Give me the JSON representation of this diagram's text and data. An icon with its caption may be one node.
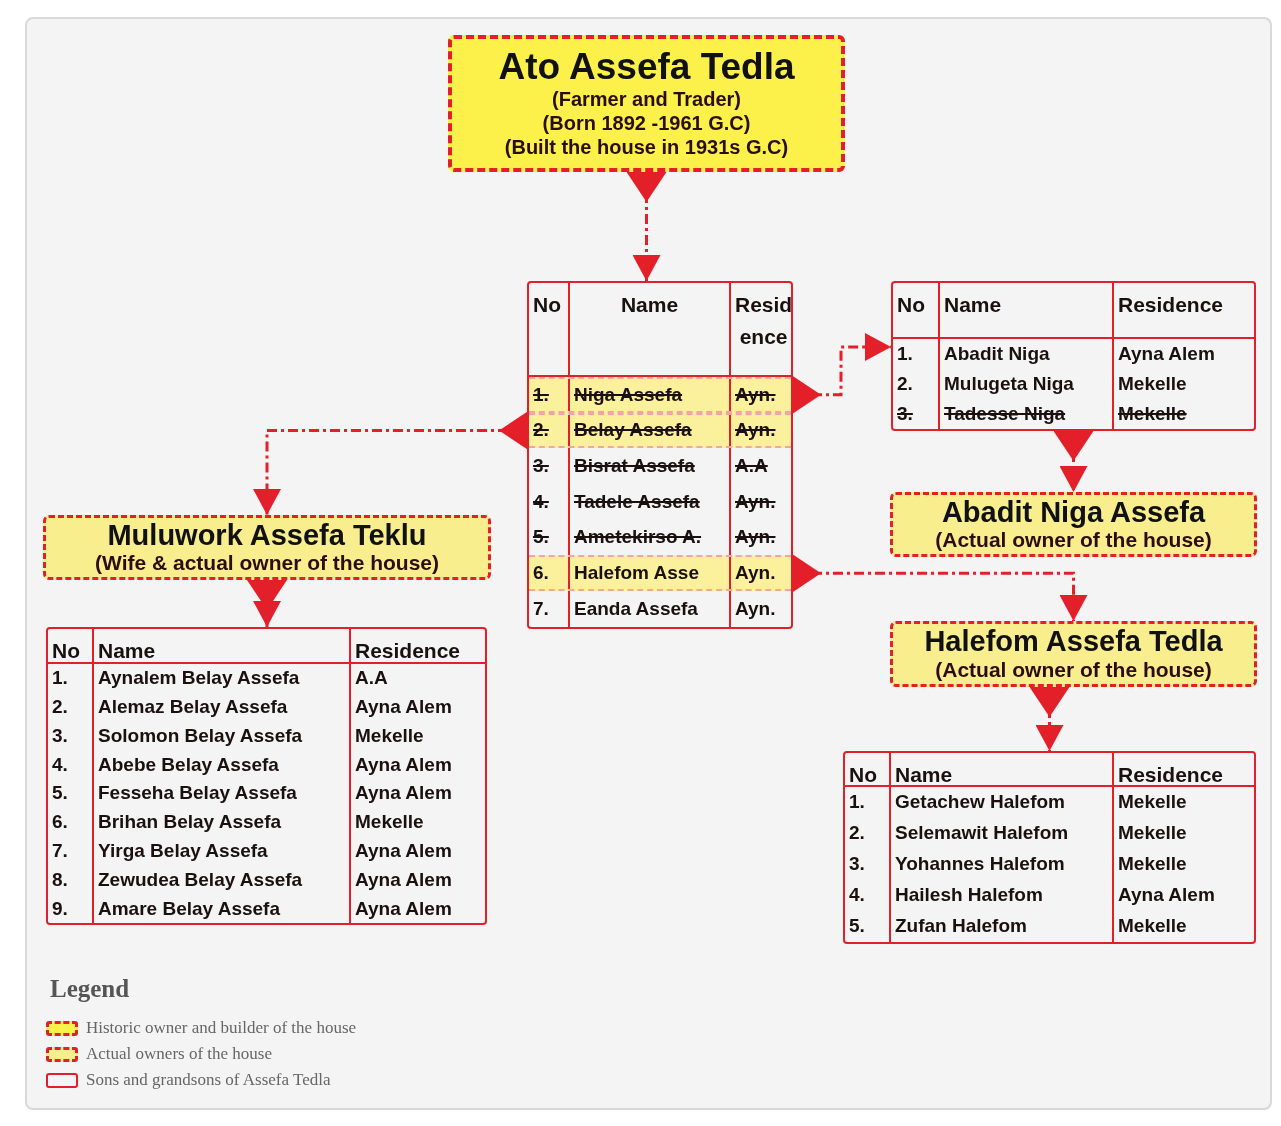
{
  "diagram": {
    "nodes": [
      {
        "text": [
          "Ato Assefa Tedla",
          "(Farmer and Trader)",
          "(Born 1892 -1961 G.C)",
          "(Built the house in 1931s G.C)"
        ]
      },
      {
        "text": [],
        "shape": "box"
      },
      {
        "text": [
          "No",
          "Name",
          "Resid ence"
        ],
        "in": 1
      },
      {
        "text": [
          "1.",
          "Niga Assefa",
          "Ayn."
        ],
        "in": 1
      },
      {
        "text": [
          "2.",
          "Belay Assefa",
          "Ayn."
        ],
        "in": 1
      },
      {
        "text": [
          "3.",
          "Bisrat Assefa",
          "A.A"
        ],
        "in": 1
      },
      {
        "text": [
          "4.",
          "Tadele Assefa",
          "Ayn."
        ],
        "in": 1
      },
      {
        "text": [
          "5.",
          "Ametekirso A.",
          "Ayn."
        ],
        "in": 1
      },
      {
        "text": [
          "6.",
          "Halefom Asse",
          "Ayn."
        ],
        "in": 1
      },
      {
        "text": [
          "7.",
          "Eanda Assefa",
          "Ayn."
        ],
        "in": 1
      },
      {
        "text": [],
        "shape": "box"
      },
      {
        "text": [
          "No",
          "Name",
          "Residence"
        ],
        "in": 10
      },
      {
        "text": [
          "1.",
          "Abadit Niga",
          "Ayna Alem"
        ],
        "in": 10
      },
      {
        "text": [
          "2.",
          "Mulugeta Niga",
          "Mekelle"
        ],
        "in": 10
      },
      {
        "text": [
          "3.",
          "Tadesse Niga",
          "Mekelle"
        ],
        "in": 10
      },
      {
        "text": [
          "Muluwork Assefa Teklu",
          "(Wife & actual owner of the house)"
        ]
      },
      {
        "text": [
          "Abadit Niga Assefa",
          "(Actual owner of the house)"
        ]
      },
      {
        "text": [
          "Halefom Assefa Tedla",
          "(Actual owner of the house)"
        ]
      },
      {
        "text": [],
        "shape": "box"
      },
      {
        "text": [
          "No",
          "Name",
          "Residence"
        ],
        "in": 18
      },
      {
        "text": [
          "1.",
          "Aynalem Belay Assefa",
          "A.A"
        ],
        "in": 18
      },
      {
        "text": [
          "2.",
          "Alemaz Belay Assefa",
          "Ayna Alem"
        ],
        "in": 18
      },
      {
        "text": [
          "3.",
          "Solomon Belay Assefa",
          "Mekelle"
        ],
        "in": 18
      },
      {
        "text": [
          "4.",
          "Abebe Belay Assefa",
          "Ayna Alem"
        ],
        "in": 18
      },
      {
        "text": [
          "5.",
          "Fesseha Belay Assefa",
          "Ayna Alem"
        ],
        "in": 18
      },
      {
        "text": [
          "6.",
          "Brihan Belay Assefa",
          "Mekelle"
        ],
        "in": 18
      },
      {
        "text": [
          "7.",
          "Yirga Belay Assefa",
          "Ayna Alem"
        ],
        "in": 18
      },
      {
        "text": [
          "8.",
          "Zewudea Belay Assefa",
          "Ayna Alem"
        ],
        "in": 18
      },
      {
        "text": [
          "9.",
          "Amare Belay Assefa",
          "Ayna Alem"
        ],
        "in": 18
      },
      {
        "text": [],
        "shape": "box"
      },
      {
        "text": [
          "No",
          "Name",
          "Residence"
        ],
        "in": 29
      },
      {
        "text": [
          "1.",
          "Getachew Halefom",
          "Mekelle"
        ],
        "in": 29
      },
      {
        "text": [
          "2.",
          "Selemawit Halefom",
          "Mekelle"
        ],
        "in": 29
      },
      {
        "text": [
          "3.",
          "Yohannes Halefom",
          "Mekelle"
        ],
        "in": 29
      },
      {
        "text": [
          "4.",
          "Hailesh Halefom",
          "Ayna Alem"
        ],
        "in": 29
      },
      {
        "text": [
          "5.",
          "Zufan Halefom",
          "Mekelle"
        ],
        "in": 29
      }
    ],
    "edges": [
      {
        "from": 0,
        "to": 1,
        "arrow": "to"
      },
      {
        "from": 3,
        "to": 10,
        "arrow": "to"
      },
      {
        "from": 4,
        "to": 15,
        "arrow": "to"
      },
      {
        "from": 8,
        "to": 17,
        "arrow": "to"
      },
      {
        "from": 10,
        "to": 16,
        "arrow": "to"
      },
      {
        "from": 15,
        "to": 18,
        "arrow": "to"
      },
      {
        "from": 17,
        "to": 29,
        "arrow": "to"
      }
    ],
    "labels": [
      "Legend"
    ],
    "legend": [
      {
        "text": "Historic owner and builder of the house"
      },
      {
        "text": "Actual owners of the house"
      },
      {
        "text": "Sons and grandsons of Assefa Tedla"
      }
    ]
  }
}
